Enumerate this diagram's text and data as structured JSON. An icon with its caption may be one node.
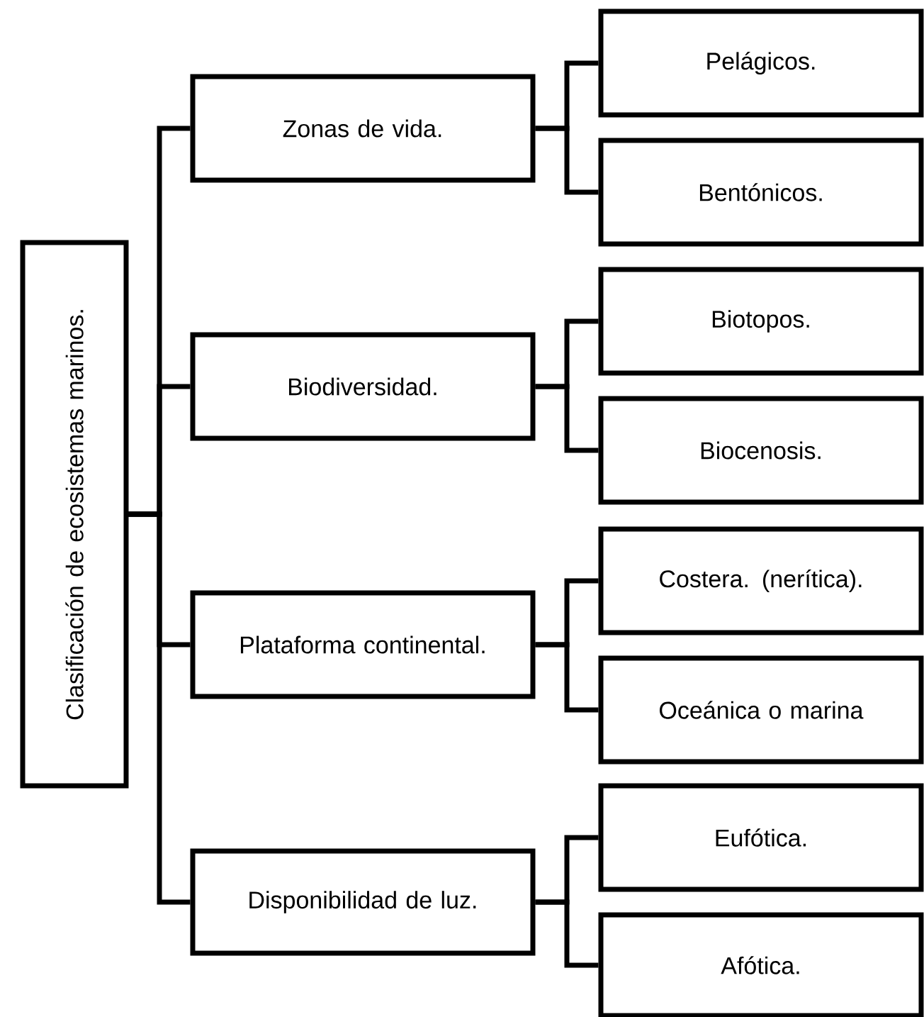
{
  "diagram": {
    "nodes": [
      {
        "text": [
          "Clasificación de ecosistemas marinos."
        ]
      },
      {
        "text": [
          "Zonas de vida."
        ]
      },
      {
        "text": [
          "Pelágicos."
        ]
      },
      {
        "text": [
          "Bentónicos."
        ]
      },
      {
        "text": [
          "Biodiversidad."
        ]
      },
      {
        "text": [
          "Biotopos."
        ]
      },
      {
        "text": [
          "Biocenosis."
        ]
      },
      {
        "text": [
          "Plataforma continental."
        ]
      },
      {
        "text": [
          "Costera. (nerítica)."
        ]
      },
      {
        "text": [
          "Oceánica o marina"
        ]
      },
      {
        "text": [
          "Disponibilidad de luz."
        ]
      },
      {
        "text": [
          "Eufótica."
        ]
      },
      {
        "text": [
          "Afótica."
        ]
      }
    ],
    "edges": [
      {
        "from": 0,
        "to": 1,
        "arrow": "none"
      },
      {
        "from": 0,
        "to": 4,
        "arrow": "none"
      },
      {
        "from": 0,
        "to": 7,
        "arrow": "none"
      },
      {
        "from": 0,
        "to": 10,
        "arrow": "none"
      },
      {
        "from": 1,
        "to": 2,
        "arrow": "none"
      },
      {
        "from": 1,
        "to": 3,
        "arrow": "none"
      },
      {
        "from": 4,
        "to": 5,
        "arrow": "none"
      },
      {
        "from": 4,
        "to": 6,
        "arrow": "none"
      },
      {
        "from": 7,
        "to": 8,
        "arrow": "none"
      },
      {
        "from": 7,
        "to": 9,
        "arrow": "none"
      },
      {
        "from": 10,
        "to": 11,
        "arrow": "none"
      },
      {
        "from": 10,
        "to": 12,
        "arrow": "none"
      }
    ]
  }
}
